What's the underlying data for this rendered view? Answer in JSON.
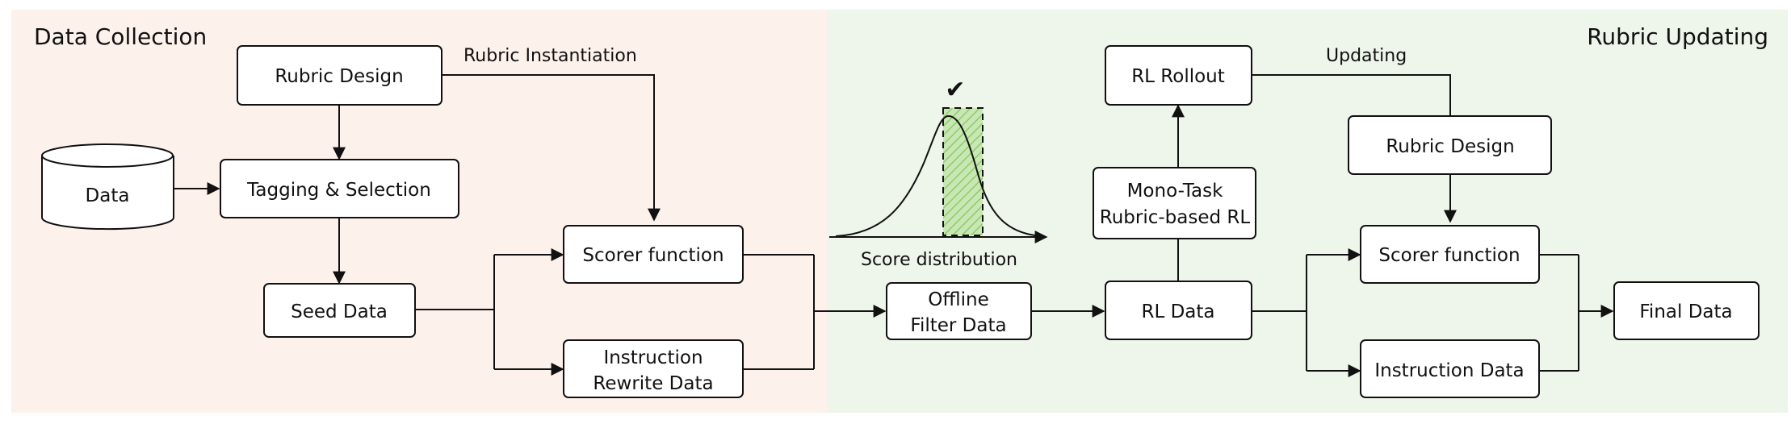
{
  "colors": {
    "left_panel_bg": "#fdf1ec",
    "right_panel_bg": "#eef5ea",
    "highlight_fill": "#9fd27f",
    "stroke": "#111111"
  },
  "sections": {
    "left_title": "Data Collection",
    "right_title": "Rubric Updating"
  },
  "nodes": {
    "rubric_design_left": "Rubric Design",
    "data": "Data",
    "tagging_selection": "Tagging & Selection",
    "seed_data": "Seed Data",
    "scorer_function_left": "Scorer function",
    "instruction_rewrite_1": "Instruction",
    "instruction_rewrite_2": "Rewrite Data",
    "offline_filter_1": "Offline",
    "offline_filter_2": "Filter Data",
    "rl_data": "RL Data",
    "mono_task_1": "Mono-Task",
    "mono_task_2": "Rubric-based RL",
    "rl_rollout": "RL Rollout",
    "rubric_design_right": "Rubric Design",
    "scorer_function_right": "Scorer function",
    "instruction_data": "Instruction Data",
    "final_data": "Final Data"
  },
  "edge_labels": {
    "rubric_instantiation": "Rubric Instantiation",
    "updating": "Updating",
    "score_distribution": "Score distribution"
  },
  "icons": {
    "checkmark": "✔"
  }
}
